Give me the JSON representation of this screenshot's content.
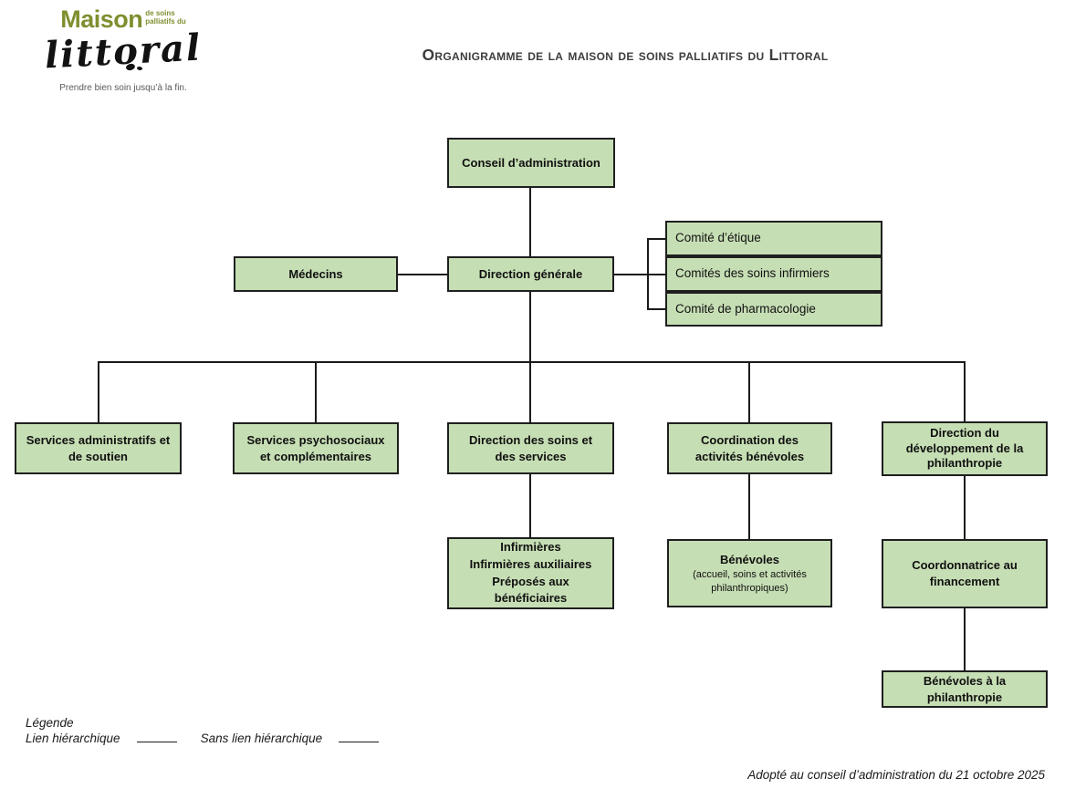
{
  "logo": {
    "brand": "Maison",
    "brand_suffix": "de soins\npalliatifs du",
    "script": "littoral",
    "tagline": "Prendre bien soin jusqu’à la fin."
  },
  "title": "Organigramme de la maison de soins palliatifs du Littoral",
  "nodes": {
    "conseil": "Conseil d’administration",
    "medecins": "Médecins",
    "direction_generale": "Direction générale",
    "comite_etique": "Comité d’étique",
    "comites_soins_infirmiers": "Comités des soins infirmiers",
    "comite_pharmacologie": "Comité de pharmacologie",
    "services_administratifs": "Services administratifs et\nde soutien",
    "services_psychosociaux": "Services psychosociaux\net complémentaires",
    "direction_soins": "Direction des soins et\ndes services",
    "coordination_benevoles": "Coordination des\nactivités bénévoles",
    "direction_philanthropie": "Direction du\ndéveloppement de la\nphilanthropie",
    "infirmieres": "Infirmières\nInfirmières auxiliaires\nPréposés aux\nbénéficiaires",
    "benevoles_title": "Bénévoles",
    "benevoles_subtitle": "(accueil, soins et activités\nphilanthropiques)",
    "coordonnatrice_financement": "Coordonnatrice au\nfinancement",
    "benevoles_philanthropie": "Bénévoles à la\nphilanthropie"
  },
  "legend": {
    "title": "Légende",
    "hierarchical_label": "Lien hiérarchique",
    "non_hierarchical_label": "Sans lien hiérarchique"
  },
  "footer": "Adopté au conseil d’administration du 21 octobre 2025",
  "colors": {
    "node_fill": "#c6deb4",
    "node_border": "#1f1f1f",
    "brand_green": "#7e8f2f"
  }
}
